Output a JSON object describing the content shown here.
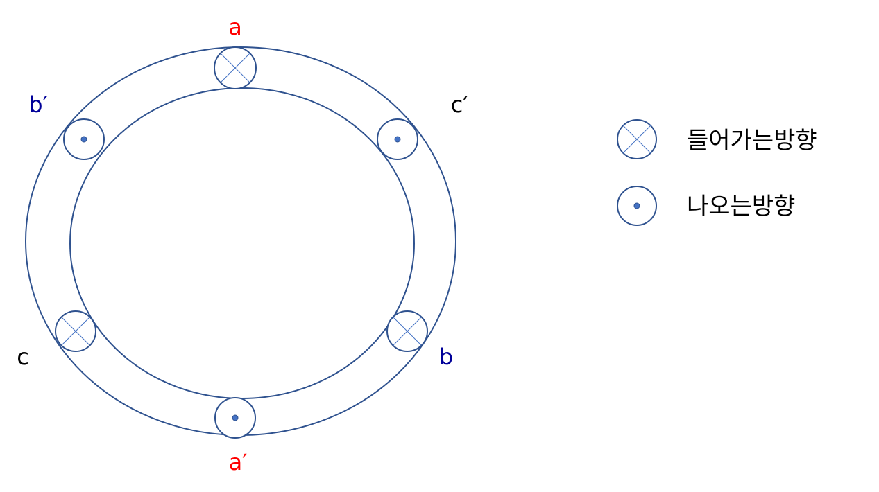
{
  "diagram": {
    "colors": {
      "stroke": "#2f528f",
      "dot": "#4472c4",
      "background": "#ffffff"
    },
    "conductors": [
      {
        "id": "a",
        "label": "a",
        "label_color": "#ff0000",
        "direction": "into-page",
        "symbol": "cross-circle-icon"
      },
      {
        "id": "b-prime",
        "label": "b′",
        "label_color": "#000099",
        "direction": "out-of-page",
        "symbol": "dot-circle-icon"
      },
      {
        "id": "c-prime",
        "label": "c′",
        "label_color": "#000000",
        "direction": "out-of-page",
        "symbol": "dot-circle-icon"
      },
      {
        "id": "c",
        "label": "c",
        "label_color": "#000000",
        "direction": "into-page",
        "symbol": "cross-circle-icon"
      },
      {
        "id": "b",
        "label": "b",
        "label_color": "#000099",
        "direction": "into-page",
        "symbol": "cross-circle-icon"
      },
      {
        "id": "a-prime",
        "label": "a′",
        "label_color": "#ff0000",
        "direction": "out-of-page",
        "symbol": "dot-circle-icon"
      }
    ]
  },
  "legend": {
    "items": [
      {
        "label": "들어가는방향",
        "symbol": "cross-circle-icon"
      },
      {
        "label": "나오는방향",
        "symbol": "dot-circle-icon"
      }
    ]
  }
}
